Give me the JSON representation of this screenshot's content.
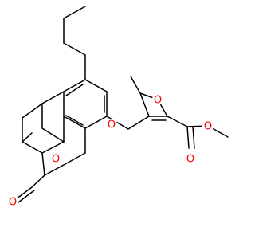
{
  "molecule": {
    "atom_labels": {
      "o_ether": "O",
      "o_furan": "O",
      "o_ester_carbonyl": "O",
      "o_ester_methoxy": "O",
      "o_lactone_ring": "O",
      "o_lactone_carbonyl": "O"
    },
    "colors": {
      "bond": "#000000",
      "oxygen": "#ff0000",
      "background": "#ffffff"
    }
  }
}
